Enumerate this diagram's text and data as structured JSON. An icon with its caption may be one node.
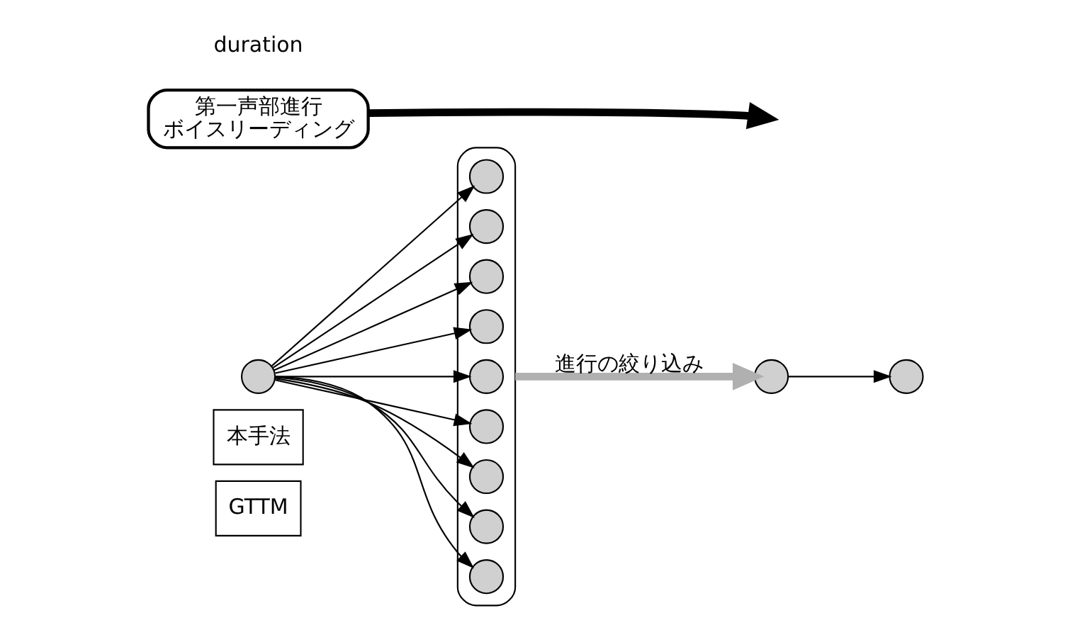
{
  "diagram": {
    "nodes": [
      {
        "text": [
          "GTTM"
        ]
      },
      {
        "text": [
          "本手法"
        ]
      },
      {
        "text": [],
        "shape": "circle"
      },
      {
        "text": [],
        "shape": "ellipse"
      },
      {
        "text": [],
        "shape": "circle",
        "in": 3
      },
      {
        "text": [],
        "shape": "circle",
        "in": 3
      },
      {
        "text": [],
        "shape": "circle",
        "in": 3
      },
      {
        "text": [],
        "shape": "circle",
        "in": 3
      },
      {
        "text": [],
        "shape": "circle",
        "in": 3
      },
      {
        "text": [],
        "shape": "circle",
        "in": 3
      },
      {
        "text": [],
        "shape": "circle",
        "in": 3
      },
      {
        "text": [],
        "shape": "circle",
        "in": 3
      },
      {
        "text": [],
        "shape": "circle",
        "in": 3
      },
      {
        "text": [],
        "shape": "circle"
      },
      {
        "text": [],
        "shape": "circle"
      },
      {
        "text": [
          "第一声部進行",
          "ボイスリーディング"
        ]
      }
    ],
    "edges": [
      {
        "from": 2,
        "to": 4,
        "arrow": "to"
      },
      {
        "from": 2,
        "to": 5,
        "arrow": "to"
      },
      {
        "from": 2,
        "to": 6,
        "arrow": "to"
      },
      {
        "from": 2,
        "to": 7,
        "arrow": "to"
      },
      {
        "from": 2,
        "to": 8,
        "arrow": "to"
      },
      {
        "from": 2,
        "to": 9,
        "arrow": "to"
      },
      {
        "from": 2,
        "to": 10,
        "arrow": "to"
      },
      {
        "from": 2,
        "to": 11,
        "arrow": "to"
      },
      {
        "from": 2,
        "to": 12,
        "arrow": "to"
      },
      {
        "from": 3,
        "to": 13,
        "arrow": "to",
        "label": "進行の絞り込み",
        "style": "thick",
        "color": "#b0b0b0"
      },
      {
        "from": 13,
        "to": 14,
        "arrow": "to"
      },
      {
        "from": 15,
        "to": null,
        "arrow": "to",
        "style": "thick"
      }
    ],
    "labels": [
      "duration"
    ]
  }
}
